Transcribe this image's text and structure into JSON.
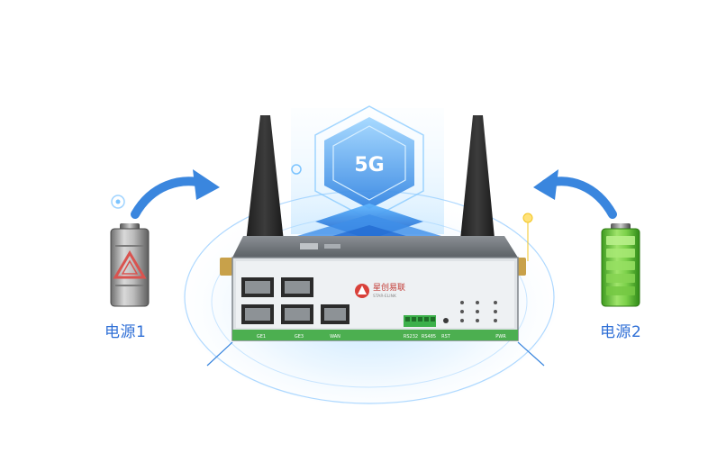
{
  "labels": {
    "power1": "电源1",
    "power2": "电源2",
    "badge_5g": "5G",
    "brand": "星创易联",
    "brand_sub": "STAR-ELINK",
    "port_ge1": "GE1",
    "port_ge3": "GE3",
    "port_wan": "WAN",
    "port_rs232": "RS232",
    "port_rs485": "RS485",
    "port_rst": "RST",
    "side_pwr": "PWR"
  },
  "battery_left": {
    "state": "empty-warning",
    "color": "#9a9a9a"
  },
  "battery_right": {
    "state": "full",
    "color": "#66c83a",
    "level": 1.0
  },
  "colors": {
    "accent": "#2f6fd6",
    "router_body": "#6e7378",
    "router_panel": "#e9ecee",
    "green_strip": "#4caf50"
  }
}
